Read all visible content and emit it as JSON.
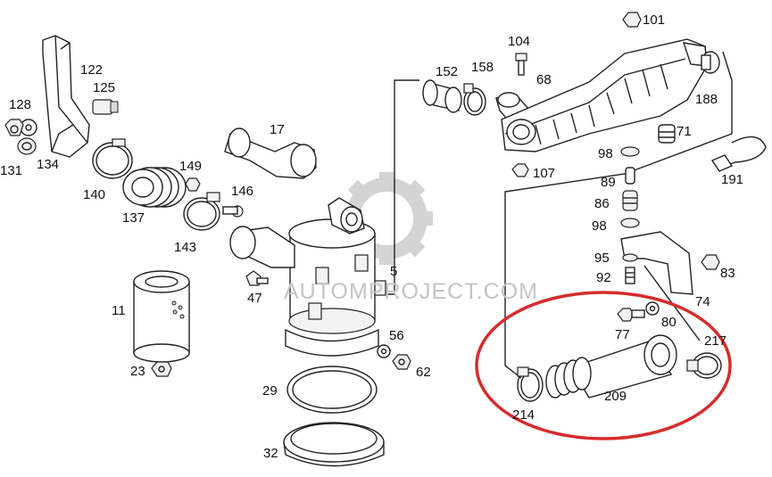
{
  "watermark": "AUTOMPROJECT.COM",
  "highlight_color": "#d62b2b",
  "callouts": [
    {
      "id": "101",
      "label": "101"
    },
    {
      "id": "104",
      "label": "104"
    },
    {
      "id": "152",
      "label": "152"
    },
    {
      "id": "158",
      "label": "158"
    },
    {
      "id": "68",
      "label": "68"
    },
    {
      "id": "188",
      "label": "188"
    },
    {
      "id": "122",
      "label": "122"
    },
    {
      "id": "125",
      "label": "125"
    },
    {
      "id": "128",
      "label": "128"
    },
    {
      "id": "131",
      "label": "131"
    },
    {
      "id": "134",
      "label": "134"
    },
    {
      "id": "17",
      "label": "17"
    },
    {
      "id": "71",
      "label": "71"
    },
    {
      "id": "98a",
      "label": "98"
    },
    {
      "id": "107",
      "label": "107"
    },
    {
      "id": "191",
      "label": "191"
    },
    {
      "id": "89",
      "label": "89"
    },
    {
      "id": "140",
      "label": "140"
    },
    {
      "id": "149",
      "label": "149"
    },
    {
      "id": "146",
      "label": "146"
    },
    {
      "id": "137",
      "label": "137"
    },
    {
      "id": "86",
      "label": "86"
    },
    {
      "id": "98b",
      "label": "98"
    },
    {
      "id": "143",
      "label": "143"
    },
    {
      "id": "95",
      "label": "95"
    },
    {
      "id": "83",
      "label": "83"
    },
    {
      "id": "5",
      "label": "5"
    },
    {
      "id": "92",
      "label": "92"
    },
    {
      "id": "47",
      "label": "47"
    },
    {
      "id": "74",
      "label": "74"
    },
    {
      "id": "11",
      "label": "11"
    },
    {
      "id": "80",
      "label": "80"
    },
    {
      "id": "77",
      "label": "77"
    },
    {
      "id": "56",
      "label": "56"
    },
    {
      "id": "217",
      "label": "217"
    },
    {
      "id": "23",
      "label": "23"
    },
    {
      "id": "62",
      "label": "62"
    },
    {
      "id": "29",
      "label": "29"
    },
    {
      "id": "209",
      "label": "209"
    },
    {
      "id": "214",
      "label": "214"
    },
    {
      "id": "32",
      "label": "32"
    }
  ]
}
